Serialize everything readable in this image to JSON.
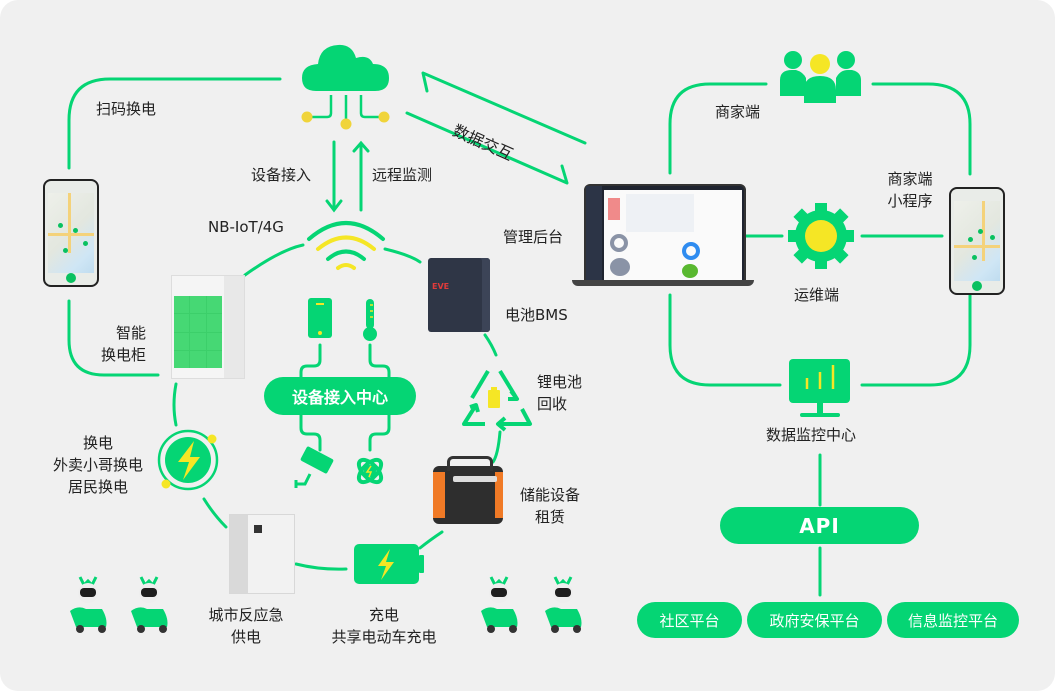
{
  "colors": {
    "primary_green": "#05d574",
    "accent_yellow": "#f5e625",
    "background": "#f0f0f0",
    "text": "#222222"
  },
  "cloud": {
    "icon": "cloud-network-icon"
  },
  "left_loop": {
    "scan_label": "扫码换电",
    "cabinet_label_line1": "智能",
    "cabinet_label_line2": "换电柜"
  },
  "cloud_links": {
    "down_label": "设备接入",
    "up_label": "远程监测",
    "protocol_label": "NB-IoT/4G",
    "exchange_label": "数据交互"
  },
  "device_center": {
    "label": "设备接入中心",
    "icons": [
      "phone-icon",
      "thermometer-icon",
      "camera-icon",
      "energy-atom-icon"
    ]
  },
  "ring_nodes": {
    "battery_bms": "电池BMS",
    "recycle_line1": "锂电池",
    "recycle_line2": "回收",
    "storage_line1": "储能设备",
    "storage_line2": "租赁",
    "charge_line1": "充电",
    "charge_line2": "共享电动车充电",
    "emergency_line1": "城市反应急",
    "emergency_line2": "供电",
    "swap_line1": "换电",
    "swap_line2": "外卖小哥换电",
    "swap_line3": "居民换电"
  },
  "right_panel": {
    "admin_label": "管理后台",
    "merchant_label": "商家端",
    "mini_program_line1": "商家端",
    "mini_program_line2": "小程序",
    "ops_label": "运维端",
    "monitor_label": "数据监控中心",
    "api_label": "API",
    "platforms": [
      "社区平台",
      "政府安保平台",
      "信息监控平台"
    ]
  }
}
